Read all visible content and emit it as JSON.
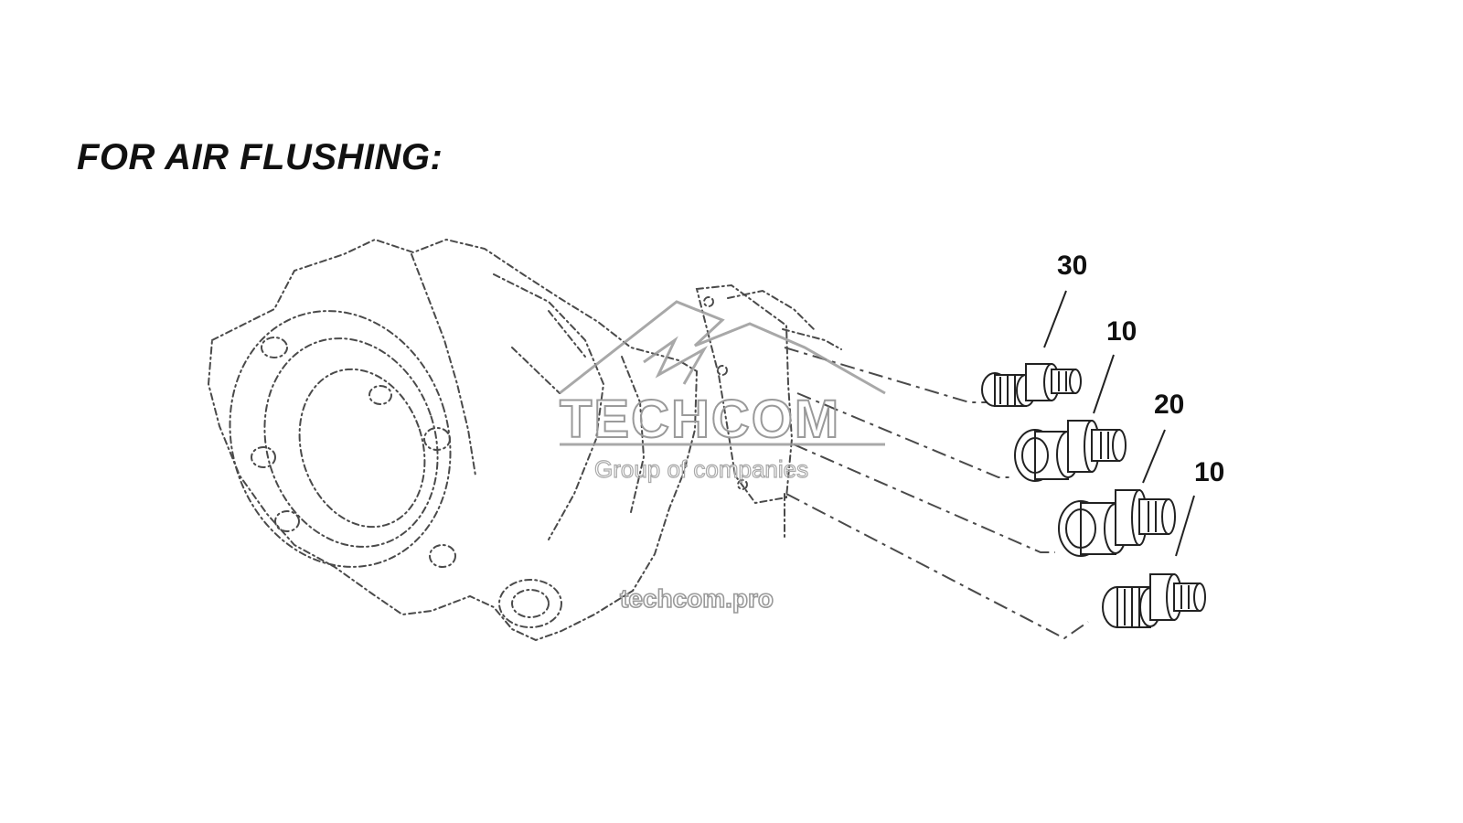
{
  "heading": "FOR AIR FLUSHING:",
  "callouts": [
    {
      "label": "30",
      "part": "fitting-30"
    },
    {
      "label": "10",
      "part": "fitting-10-upper"
    },
    {
      "label": "20",
      "part": "fitting-20"
    },
    {
      "label": "10",
      "part": "fitting-10-lower"
    }
  ],
  "watermark": {
    "brand": "TECHCOM",
    "tagline": "Group of companies",
    "url": "techcom.pro"
  },
  "colors": {
    "line_art": "#4a4a4a",
    "text": "#111111",
    "watermark": "#9a9a9a"
  }
}
